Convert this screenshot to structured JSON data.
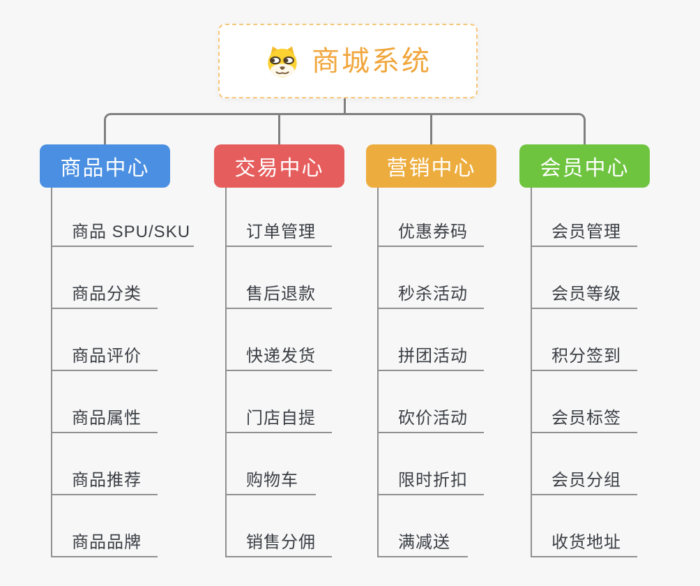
{
  "root": {
    "title": "商城系统",
    "icon": "doge-icon",
    "title_color": "#f0a63c",
    "border_color": "#f6c67a"
  },
  "style": {
    "background": "#f7f7f7",
    "connector_color": "#7f7f7f",
    "spine_color": "#8f8f8f",
    "subtopic_text_color": "#3a3e44"
  },
  "branches": [
    {
      "label": "商品中心",
      "color": "#4a8fe2",
      "children": [
        "商品 SPU/SKU",
        "商品分类",
        "商品评价",
        "商品属性",
        "商品推荐",
        "商品品牌"
      ]
    },
    {
      "label": "交易中心",
      "color": "#e65d5d",
      "children": [
        "订单管理",
        "售后退款",
        "快递发货",
        "门店自提",
        "购物车",
        "销售分佣"
      ]
    },
    {
      "label": "营销中心",
      "color": "#edac3e",
      "children": [
        "优惠券码",
        "秒杀活动",
        "拼团活动",
        "砍价活动",
        "限时折扣",
        "满减送"
      ]
    },
    {
      "label": "会员中心",
      "color": "#6ec43f",
      "children": [
        "会员管理",
        "会员等级",
        "积分签到",
        "会员标签",
        "会员分组",
        "收货地址"
      ]
    }
  ]
}
